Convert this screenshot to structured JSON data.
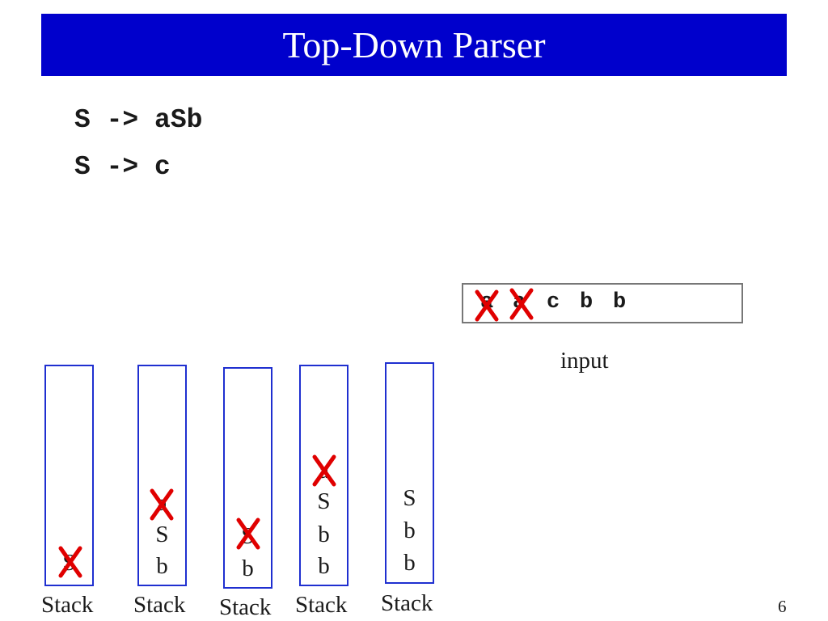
{
  "slide": {
    "title": "Top-Down Parser",
    "page_number": "6"
  },
  "grammar": {
    "rules": [
      "S -> aSb",
      "S -> c"
    ]
  },
  "input": {
    "label": "input",
    "symbols": [
      "a",
      "a",
      "c",
      "b",
      "b"
    ],
    "consumed": [
      true,
      true,
      false,
      false,
      false
    ]
  },
  "stacks": [
    {
      "label": "Stack",
      "items": [
        "S"
      ],
      "crossed_index": 0
    },
    {
      "label": "Stack",
      "items": [
        "a",
        "S",
        "b"
      ],
      "crossed_index": 0
    },
    {
      "label": "Stack",
      "items": [
        "S",
        "b"
      ],
      "crossed_index": 0
    },
    {
      "label": "Stack",
      "items": [
        "a",
        "S",
        "b",
        "b"
      ],
      "crossed_index": 0
    },
    {
      "label": "Stack",
      "items": [
        "S",
        "b",
        "b"
      ],
      "crossed_index": null
    }
  ],
  "colors": {
    "title_background": "#0000cc",
    "title_text": "#ffffff",
    "stack_border": "#1f2fd0",
    "cross_mark": "#e00000",
    "input_border": "#777777"
  },
  "icons": {
    "cross_mark": "x-mark-icon"
  }
}
